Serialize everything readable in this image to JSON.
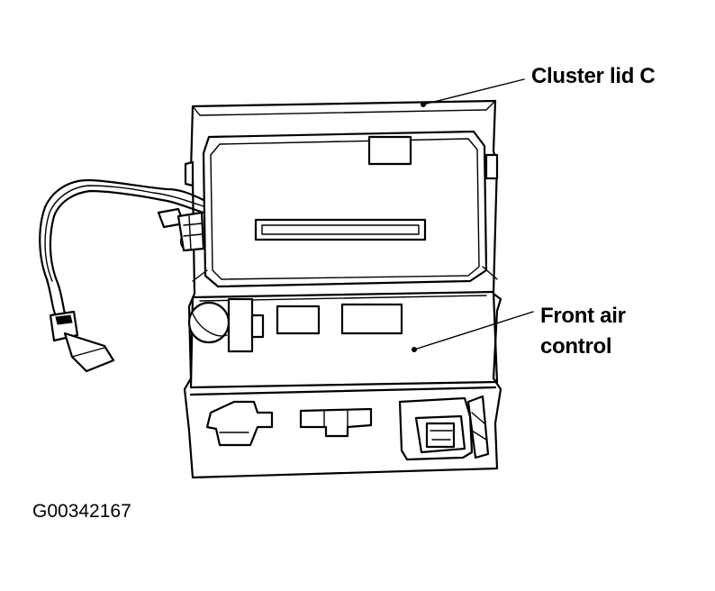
{
  "callouts": {
    "cluster_lid": "Cluster lid C",
    "front_air_control_line1": "Front air",
    "front_air_control_line2": "control"
  },
  "figure_code": "G00342167",
  "ink_color": "#000000",
  "paper_color": "#ffffff"
}
